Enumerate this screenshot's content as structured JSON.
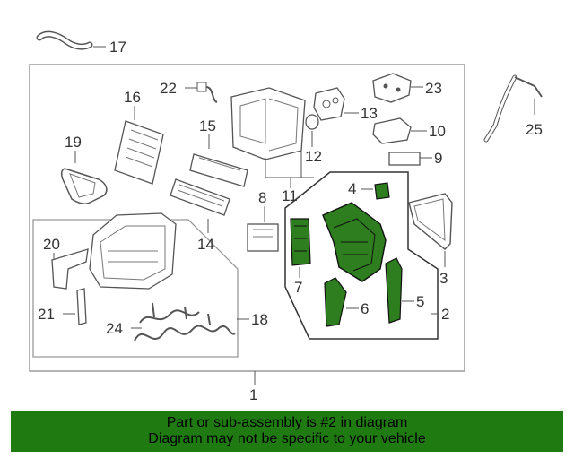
{
  "callouts": {
    "n1": "1",
    "n2": "2",
    "n3": "3",
    "n4": "4",
    "n5": "5",
    "n6": "6",
    "n7": "7",
    "n8": "8",
    "n9": "9",
    "n10": "10",
    "n11": "11",
    "n12": "12",
    "n13": "13",
    "n14": "14",
    "n15": "15",
    "n16": "16",
    "n17": "17",
    "n18": "18",
    "n19": "19",
    "n20": "20",
    "n21": "21",
    "n22": "22",
    "n23": "23",
    "n24": "24",
    "n25": "25"
  },
  "banner": {
    "line1": "Part or sub-assembly is #2 in diagram",
    "line2": "Diagram may not be specific to your vehicle"
  },
  "colors": {
    "highlight": "#2e7d1e",
    "banner": "#1f7a12",
    "line": "#555555"
  }
}
